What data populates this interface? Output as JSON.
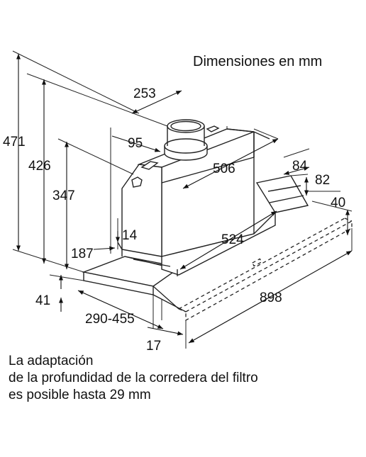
{
  "title": "Dimensiones en mm",
  "dimensions": {
    "d471": "471",
    "d426": "426",
    "d347": "347",
    "d253": "253",
    "d95": "95",
    "d506": "506",
    "d84": "84",
    "d82": "82",
    "d40": "40",
    "d14": "14",
    "d524": "524",
    "d187": "187",
    "d41": "41",
    "d290_455": "290-455",
    "d898": "898",
    "d17": "17"
  },
  "caption": {
    "line1": "La adaptación",
    "line2": "de la profundidad de la corredera del filtro",
    "line3": "es posible hasta 29 mm"
  }
}
